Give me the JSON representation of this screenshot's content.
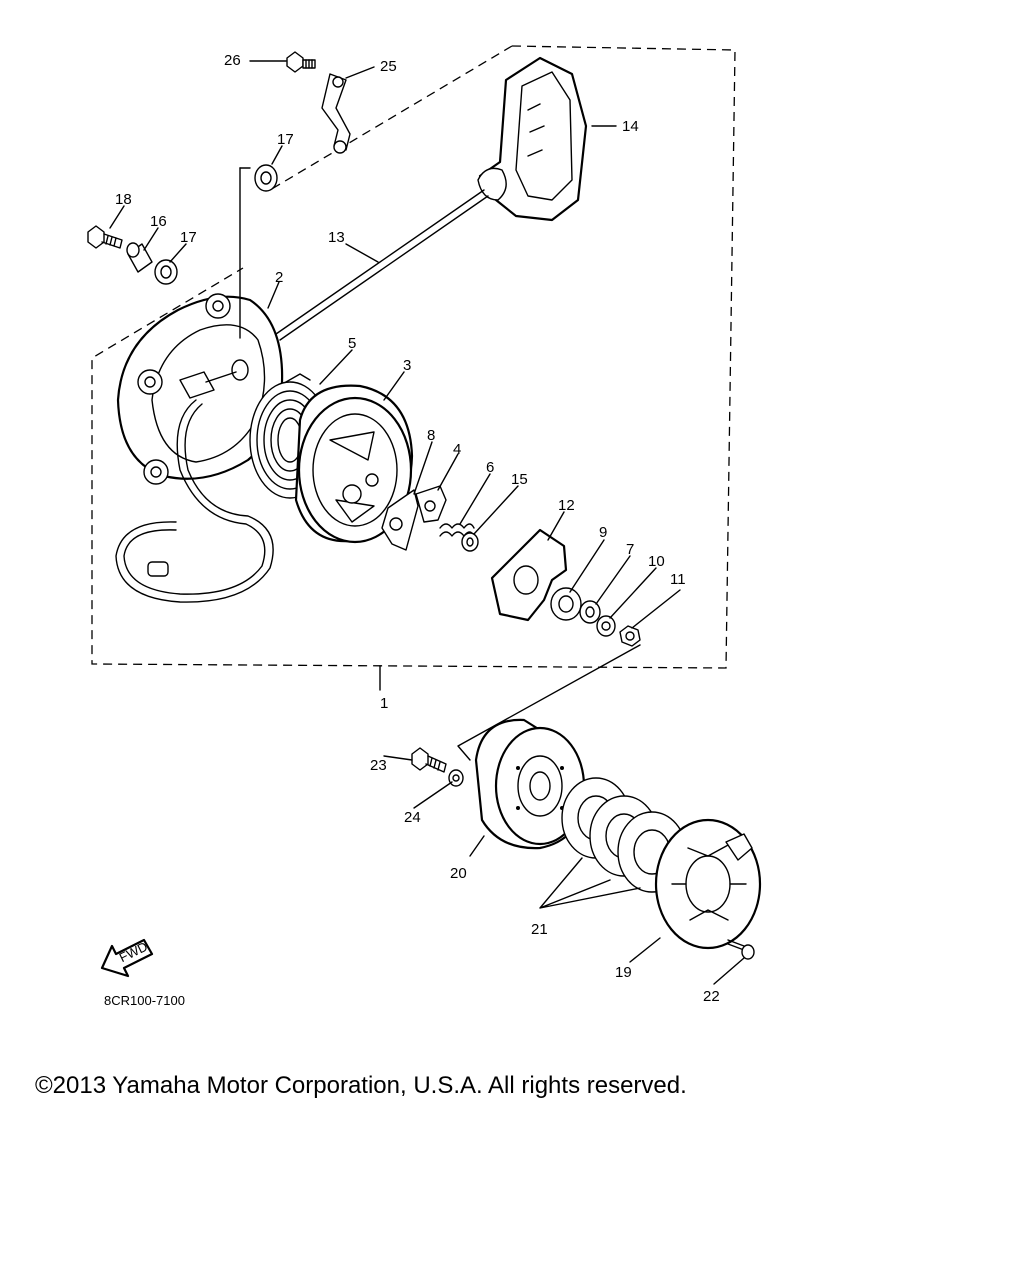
{
  "diagram": {
    "part_labels": [
      "1",
      "2",
      "3",
      "4",
      "5",
      "6",
      "7",
      "8",
      "9",
      "10",
      "11",
      "12",
      "13",
      "14",
      "15",
      "16",
      "17",
      "18",
      "19",
      "20",
      "21",
      "22",
      "23",
      "24",
      "25",
      "26"
    ],
    "drawing_code": "8CR100-7100",
    "fwd_arrow_text": "FWD"
  },
  "footer": {
    "copyright": "©2013 Yamaha Motor Corporation, U.S.A. All rights reserved."
  }
}
